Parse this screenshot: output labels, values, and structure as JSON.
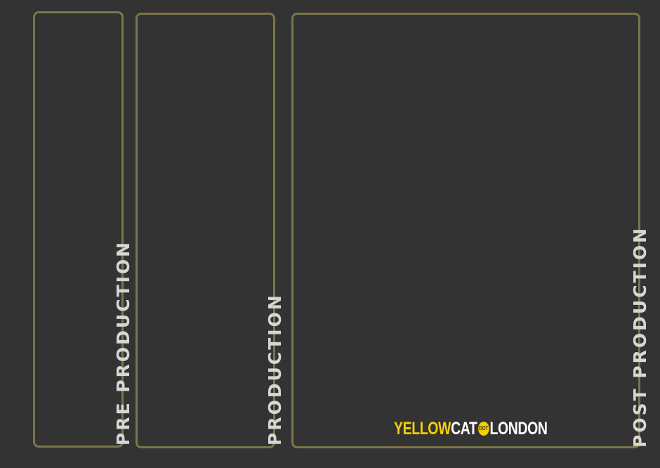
{
  "panels": {
    "pre": {
      "label": "PRE PRODUCTION"
    },
    "production": {
      "label": "PRODUCTION"
    },
    "post": {
      "label": "POST PRODUCTION"
    }
  },
  "logo": {
    "part1": "YELLOW",
    "part2": "CAT",
    "dot": "DOT",
    "part3": "LONDON"
  },
  "colors": {
    "background": "#333333",
    "panel_border": "#7b7548",
    "label_text": "#d6d6d6",
    "brand_yellow": "#f5d000"
  }
}
